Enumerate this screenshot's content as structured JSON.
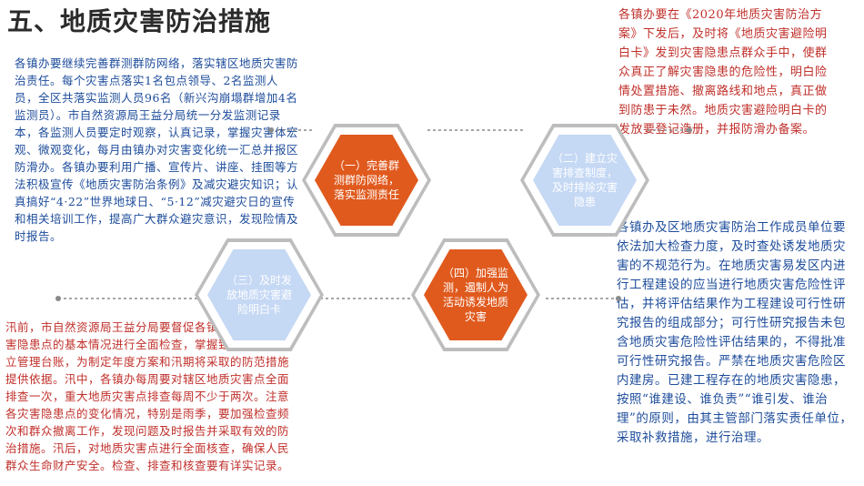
{
  "title": "五、地质灾害防治措施",
  "colors": {
    "orange": "#e05a1e",
    "light_blue": "#c5d8f4",
    "blue_text": "#1d4c9b",
    "red_text": "#c0302b"
  },
  "hexagons": [
    {
      "label": "（一）完善群测群防网络，落实监测责任",
      "color": "orange"
    },
    {
      "label": "（二）建立灾害排查制度，及时排除灾害隐患",
      "color": "light_blue"
    },
    {
      "label": "（三）及时发放地质灾害避险明白卡",
      "color": "light_blue"
    },
    {
      "label": "（四）加强监测，遏制人为活动诱发地质灾害",
      "color": "orange"
    }
  ],
  "paragraphs": {
    "p1": "各镇办要继续完善群测群防网络，落实辖区地质灾害防治责任。每个灾害点落实1名包点领导、2名监测人员，全区共落实监测人员96名（新兴沟崩塌群增加4名监测员）。市自然资源局王益分局统一分发监测记录本，各监测人员要定时观察，认真记录，掌握灾害体宏观、微观变化，每月由镇办对灾害变化统一汇总并报区防滑办。各镇办要利用广播、宣传片、讲座、挂图等方法积极宣传《地质灾害防治条例》及减灾避灾知识；认真搞好“4·22”世界地球日、“5·12”减灾避灾日的宣传和相关培训工作，提高广大群众避灾意识，发现险情及时报告。",
    "p2": "各镇办要在《2020年地质灾害防治方案》下发后，及时将《地质灾害避险明白卡》发到灾害隐患点群众手中，使群众真正了解灾害隐患的危险性，明白险情处置措施、撤离路线和地点，真正做到防患于未然。地质灾害避险明白卡的发放要登记造册，并报防滑办备案。",
    "p3": "各镇办及区地质灾害防治工作成员单位要依法加大检查力度，及时查处诱发地质灾害的不规范行为。在地质灾害易发区内进行工程建设的应当进行地质灾害危险性评估，并将评估结果作为工程建设可行性研究报告的组成部分；可行性研究报告未包含地质灾害危险性评估结果的，不得批准可行性研究报告。严禁在地质灾害危险区内建房。已建工程存在的地质灾害隐患，按照“谁建设、谁负责”“谁引发、谁治理”的原则，由其主管部门落实责任单位，采取补救措施，进行治理。",
    "p4": "汛前，市自然资源局王益分局要督促各镇办对辖区各灾害隐患点的基本情况进行全面检查，掌握致灾因素，建立管理台账，为制定年度方案和汛期将采取的防范措施提供依据。汛中，各镇办每周要对辖区地质灾害点全面排查一次，重大地质灾害点排查每周不少于两次。注意各灾害隐患点的变化情况，特别是雨季，要加强检查频次和群众撤离工作，发现问题及时报告并采取有效的防治措施。汛后，对地质灾害点进行全面核查，确保人民群众生命财产安全。检查、排查和核查要有详实记录。"
  }
}
